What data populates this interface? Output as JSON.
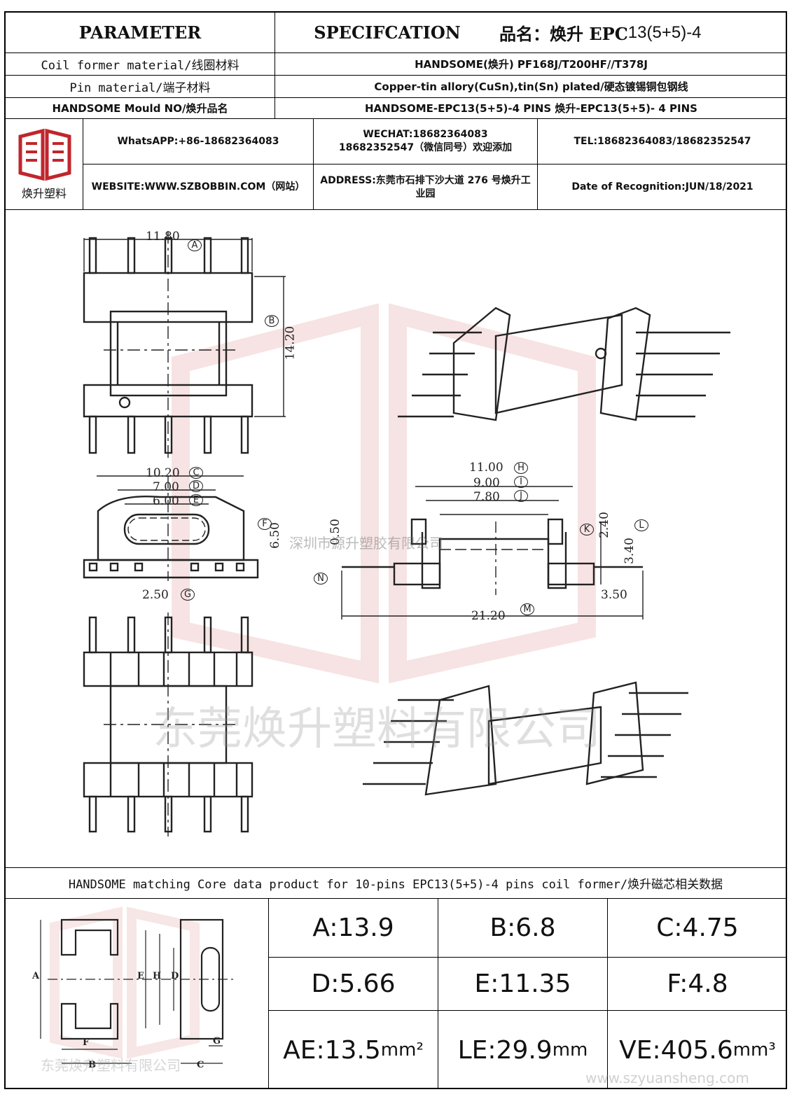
{
  "header": {
    "parameter": "PARAMETER",
    "specification": "SPECIFCATION",
    "product_label": "品名：焕升 EPC",
    "product_model": "13(5+5)-4"
  },
  "rows": [
    {
      "label": "Coil former material/线圈材料",
      "value": "HANDSOME(焕升)    PF168J/T200HF//T378J"
    },
    {
      "label": "Pin material/端子材料",
      "value": "Copper-tin allory(CuSn),tin(Sn) plated/硬态镀锡铜包钢线"
    },
    {
      "label": "HANDSOME Mould NO/焕升品名",
      "value": "HANDSOME-EPC13(5+5)-4 PINS    焕升-EPC13(5+5)- 4 PINS"
    }
  ],
  "company": {
    "logo_caption": "焕升塑料",
    "whatsapp": "WhatsAPP:+86-18682364083",
    "wechat_line1": "WECHAT:18682364083",
    "wechat_line2": "18682352547（微信同号）欢迎添加",
    "tel": "TEL:18682364083/18682352547",
    "website": "WEBSITE:WWW.SZBOBBIN.COM（网站）",
    "address": "ADDRESS:东莞市石排下沙大道 276 号焕升工业园",
    "date": "Date of Recognition:JUN/18/2021"
  },
  "drawing": {
    "dims": {
      "A": "11.80",
      "B": "14.20",
      "C": "10.20",
      "D": "7.00",
      "E": "6.00",
      "F": "6.50",
      "G": "2.50",
      "H": "11.00",
      "I": "9.00",
      "J": "7.80",
      "K": "2.40",
      "L": "3.40",
      "M": "21.20",
      "N": "0.50",
      "P": "3.50"
    },
    "circle_letters": [
      "A",
      "B",
      "C",
      "D",
      "E",
      "F",
      "G",
      "H",
      "I",
      "J",
      "K",
      "L",
      "M",
      "N"
    ],
    "watermark_center": "深圳市源升塑胶有限公司",
    "watermark_big": "东莞焕升塑料有限公司"
  },
  "core": {
    "title": "HANDSOME matching Core data  product for 10-pins EPC13(5+5)-4 pins coil former/焕升磁芯相关数据",
    "diagram_letters": [
      "A",
      "B",
      "C",
      "D",
      "E",
      "F",
      "G",
      "H"
    ],
    "watermark_small": "东莞焕升塑料有限公司",
    "website_watermark": "www.szyuansheng.com",
    "values": [
      {
        "label": "A:13.9"
      },
      {
        "label": "B:6.8"
      },
      {
        "label": "C:4.75"
      },
      {
        "label": "D:5.66"
      },
      {
        "label": "E:11.35"
      },
      {
        "label": "F:4.8"
      },
      {
        "label": "AE:13.5",
        "unit": "mm²"
      },
      {
        "label": "LE:29.9",
        "unit": "mm"
      },
      {
        "label": "VE:405.6",
        "unit": "mm³"
      }
    ]
  },
  "colors": {
    "logo_red": "#c0262c",
    "line": "#000000",
    "watermark_red": "#e8b0b0"
  }
}
